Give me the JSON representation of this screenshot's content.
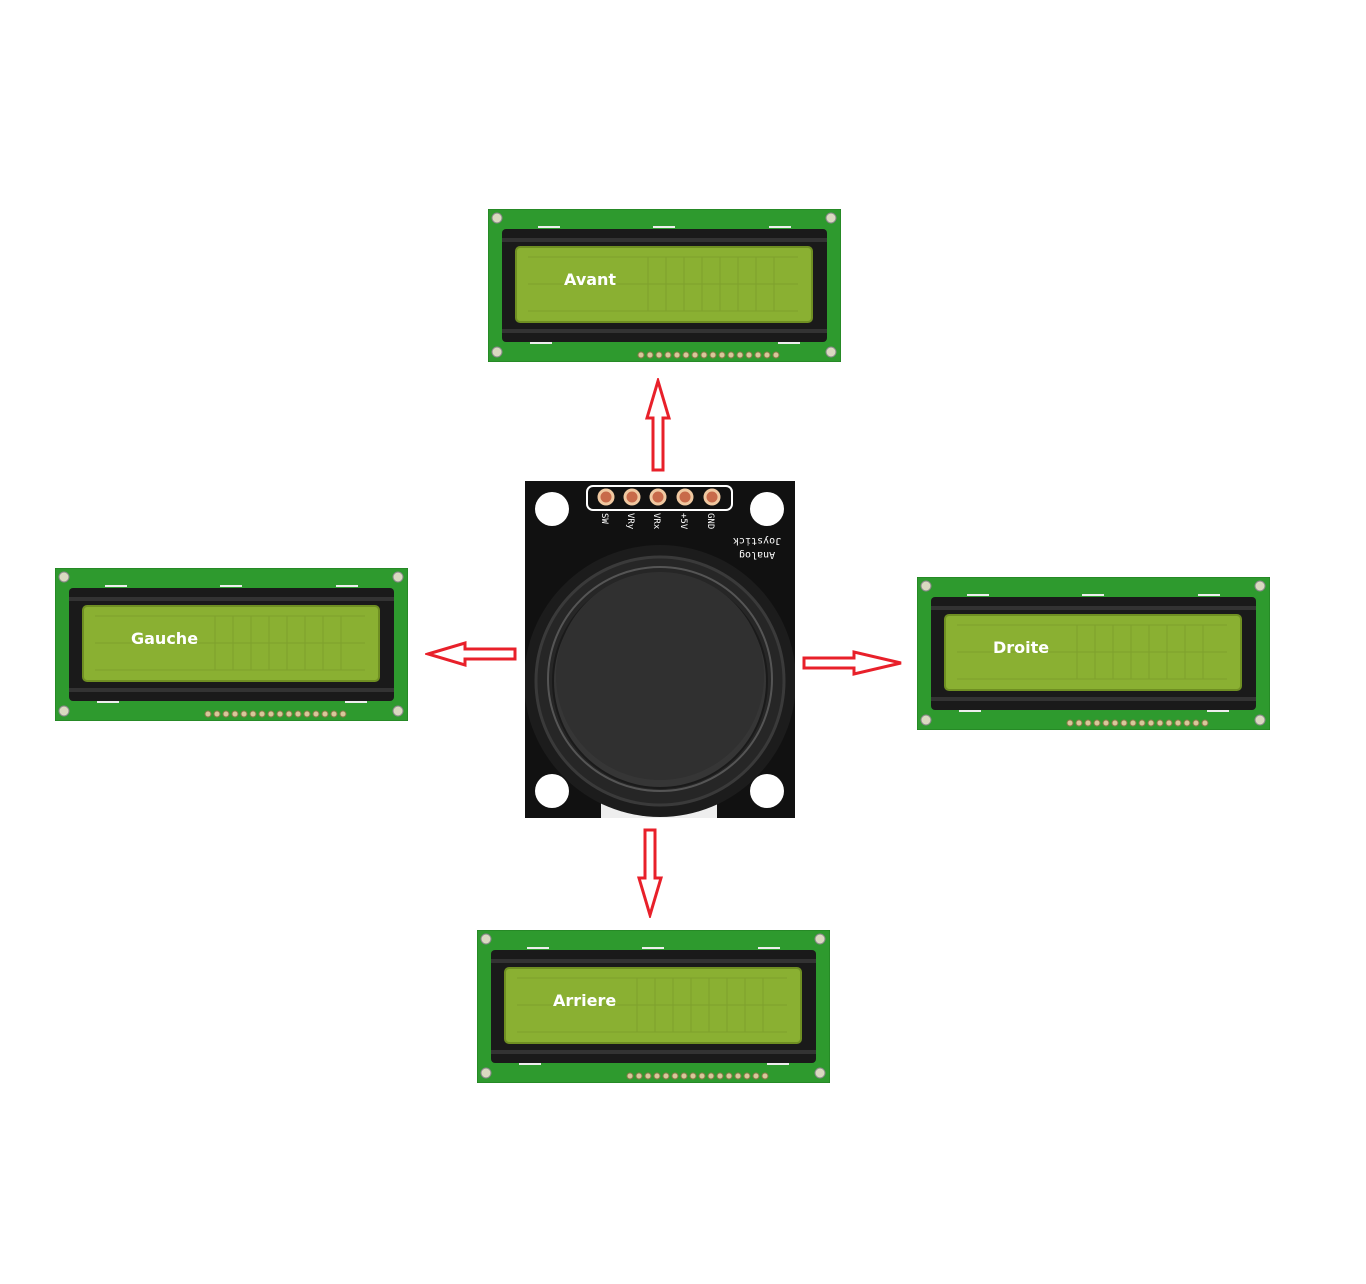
{
  "displays": {
    "avant": {
      "text": "Avant"
    },
    "gauche": {
      "text": "Gauche"
    },
    "droite": {
      "text": "Droite"
    },
    "arriere": {
      "text": "Arriere"
    }
  },
  "joystick": {
    "pins": [
      "SW",
      "VRy",
      "VRx",
      "+5V",
      "GND"
    ],
    "brand_line1": "Analog",
    "brand_line2": "Joystick"
  },
  "colors": {
    "pcb_green": "#2e9a2e",
    "lcd_screen": "#8ab032",
    "arrow_red": "#e8202a",
    "joystick_board": "#111111"
  }
}
